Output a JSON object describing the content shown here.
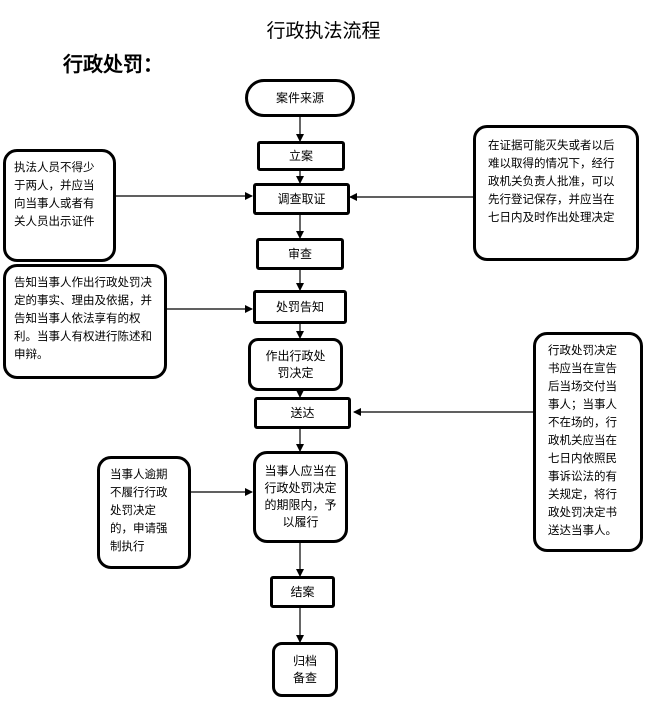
{
  "title": "行政执法流程",
  "section_title": "行政处罚：",
  "steps": {
    "source": "案件来源",
    "register": "立案",
    "investigate": "调查取证",
    "review": "审查",
    "notice": "处罚告知",
    "decision": "作出行政处罚决定",
    "deliver": "送达",
    "execute": "当事人应当在行政处罚决定的期限内，予以履行",
    "close": "结案",
    "archive": "归档备查"
  },
  "notes": {
    "investigators": "执法人员不得少于两人，并应当向当事人或者有关人员出示证件",
    "evidence_preserve": "在证据可能灭失或者以后难以取得的情况下，经行政机关负责人批准，可以先行登记保存，并应当在七日内及时作出处理决定",
    "inform_rights": "告知当事人作出行政处罚决定的事实、理由及依据，并告知当事人依法享有的权利。当事人有权进行陈述和申辩。",
    "delivery_rule": "行政处罚决定书应当在宣告后当场交付当事人；当事人不在场的，行政机关应当在七日内依照民事诉讼法的有关规定，将行政处罚决定书送达当事人。",
    "enforce": "当事人逾期不履行行政处罚决定的，申请强制执行"
  }
}
